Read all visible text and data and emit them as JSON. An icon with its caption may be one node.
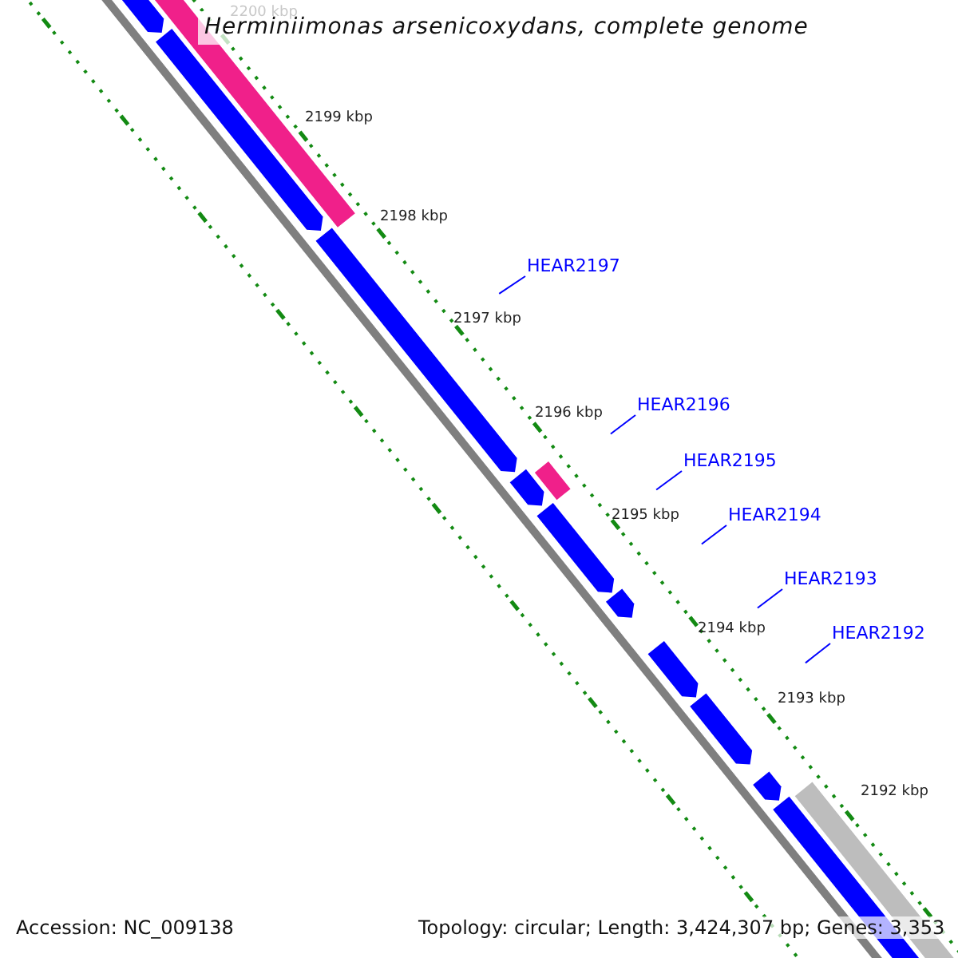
{
  "diagram": {
    "title": "Herminiimonas arsenicoxydans, complete genome",
    "nodes": [
      {
        "text": [
          "HEAR2197"
        ]
      },
      {
        "text": [
          "HEAR2196"
        ]
      },
      {
        "text": [
          "HEAR2195"
        ]
      },
      {
        "text": [
          "HEAR2194"
        ]
      },
      {
        "text": [
          "HEAR2193"
        ]
      },
      {
        "text": [
          "HEAR2192"
        ]
      }
    ],
    "edges": [
      {
        "from": 0,
        "to": null,
        "arrow": "none"
      },
      {
        "from": 1,
        "to": null,
        "arrow": "none"
      },
      {
        "from": 2,
        "to": null,
        "arrow": "none"
      },
      {
        "from": 3,
        "to": null,
        "arrow": "none"
      },
      {
        "from": 4,
        "to": null,
        "arrow": "none"
      },
      {
        "from": 5,
        "to": null,
        "arrow": "none"
      }
    ],
    "labels": [
      "2200 kbp",
      "2199 kbp",
      "2198 kbp",
      "2197 kbp",
      "2196 kbp",
      "2195 kbp",
      "2194 kbp",
      "2193 kbp",
      "2192 kbp",
      "Accession: NC_009138",
      "Topology: circular; Length: 3,424,307 bp; Genes: 3,353"
    ]
  }
}
